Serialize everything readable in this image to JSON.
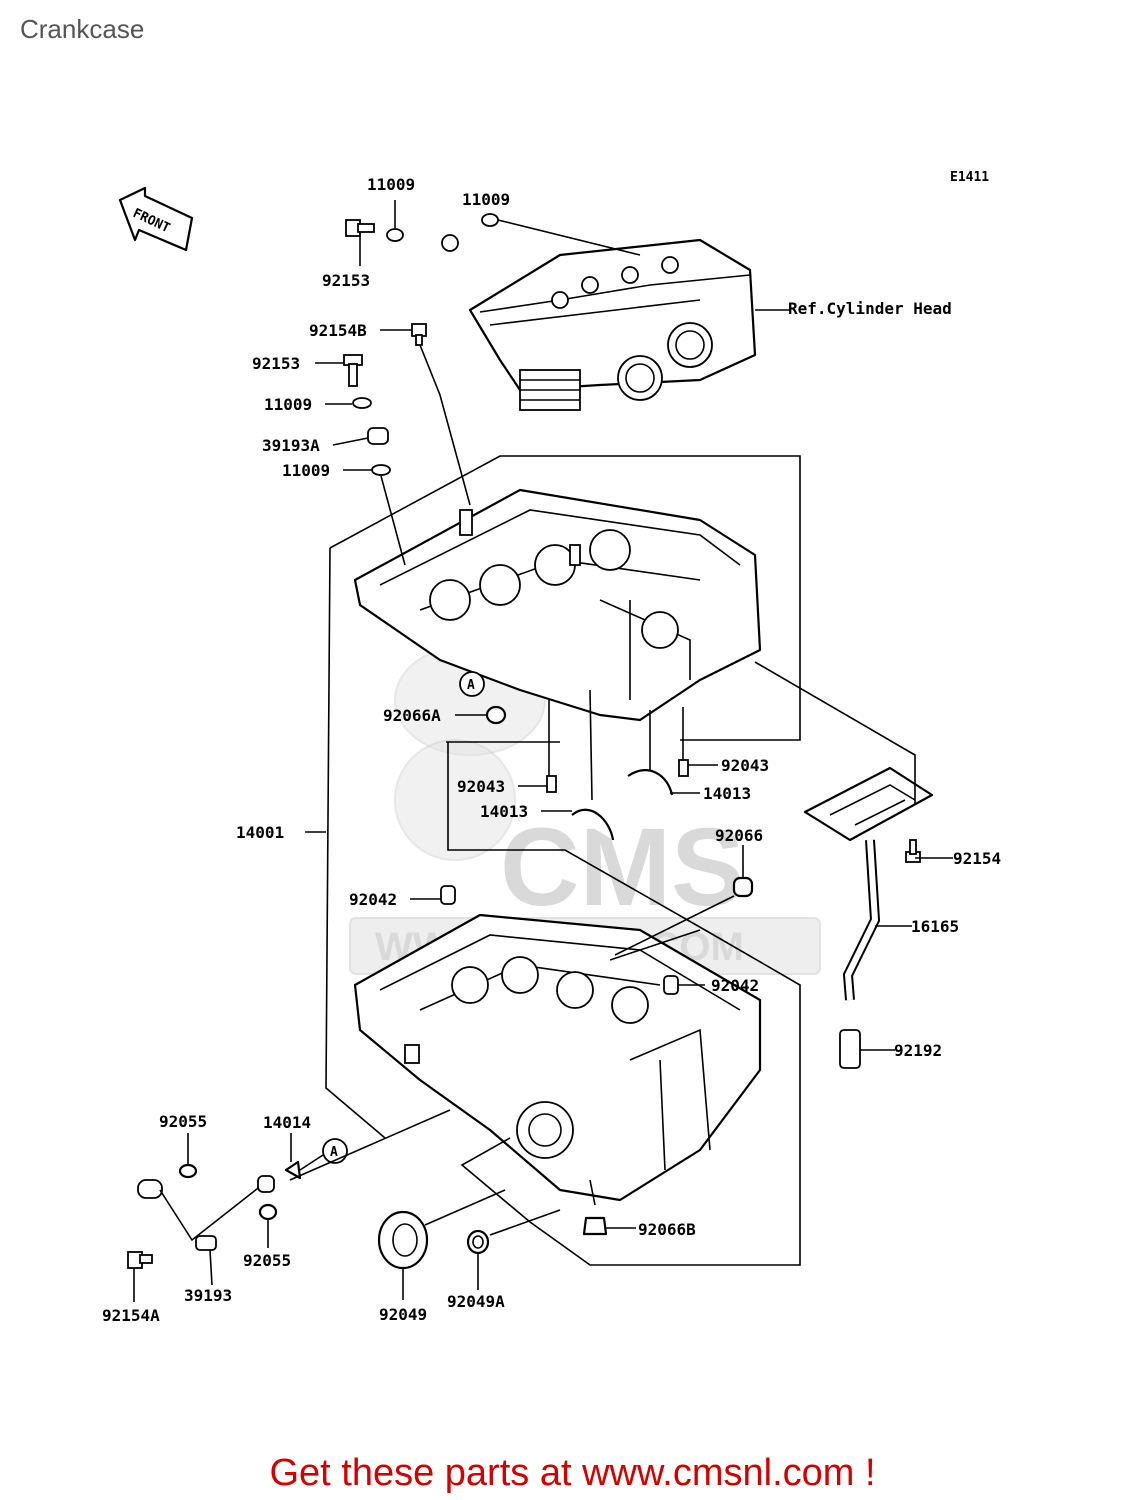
{
  "header": {
    "title": "Crankcase"
  },
  "diagram": {
    "code": "E1411",
    "front_marker": "FRONT",
    "ref_note": "Ref.Cylinder Head",
    "ref_circle": "A",
    "watermark": "CMS",
    "watermark_url": "WWW.CMSNL.COM",
    "labels": {
      "l11009a": "11009",
      "l11009b": "11009",
      "l92153a": "92153",
      "l92154b": "92154B",
      "l92153b": "92153",
      "l11009c": "11009",
      "l39193a": "39193A",
      "l11009d": "11009",
      "l92066a": "92066A",
      "l92043a": "92043",
      "l92043b": "92043",
      "l14013a": "14013",
      "l14013b": "14013",
      "l14001": "14001",
      "l92066": "92066",
      "l92154": "92154",
      "l92042a": "92042",
      "l16165": "16165",
      "l92042b": "92042",
      "l92192": "92192",
      "l92055a": "92055",
      "l14014": "14014",
      "l92066b": "92066B",
      "l92055b": "92055",
      "l39193": "39193",
      "l92154a": "92154A",
      "l92049": "92049",
      "l92049a": "92049A"
    }
  },
  "footer": {
    "text": "Get these parts at www.cmsnl.com !"
  }
}
